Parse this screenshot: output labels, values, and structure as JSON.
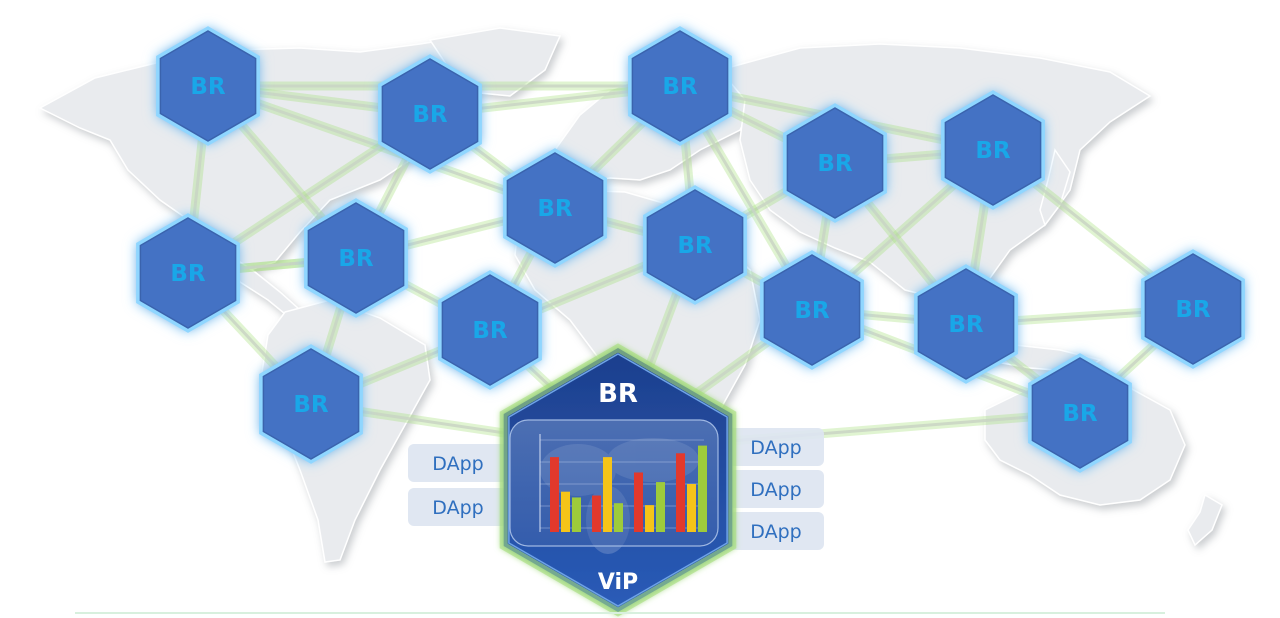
{
  "diagram": {
    "node_label": "BR",
    "vip": {
      "title": "BR",
      "subtitle": "ViP"
    },
    "dapp_label": "DApp",
    "colors": {
      "hex_fill": "#4472c4",
      "hex_text": "#19a7e8",
      "glow": "#8fd6ff",
      "link": "#a6e07a",
      "dapp_box": "#dde5f1",
      "dapp_text": "#2f6fbf",
      "vip_fill": "#20479a",
      "bar_red": "#e2392c",
      "bar_yellow": "#f5c419",
      "bar_green": "#9ecb3b"
    }
  }
}
